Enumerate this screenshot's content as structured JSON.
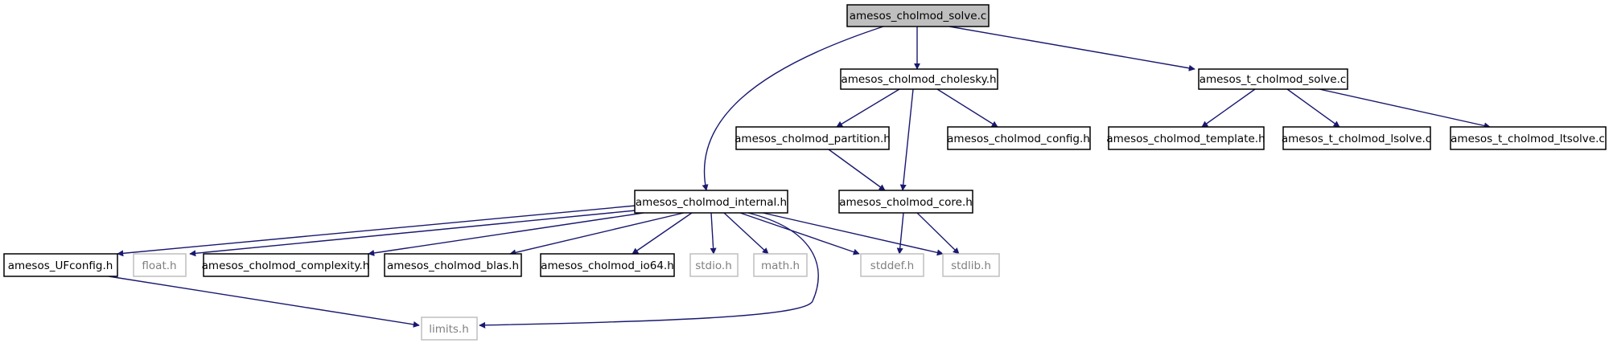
{
  "colors": {
    "edge": "#191970",
    "root_fill": "#bfbfbf",
    "node_border": "#000000",
    "system_border": "#bfbfbf",
    "system_text": "#7f7f7f",
    "text": "#000000"
  },
  "nodes": {
    "root": {
      "label": "amesos_cholmod_solve.c",
      "kind": "root"
    },
    "cholesky": {
      "label": "amesos_cholmod_cholesky.h",
      "kind": "header"
    },
    "t_solve": {
      "label": "amesos_t_cholmod_solve.c",
      "kind": "header"
    },
    "partition": {
      "label": "amesos_cholmod_partition.h",
      "kind": "header"
    },
    "config": {
      "label": "amesos_cholmod_config.h",
      "kind": "header"
    },
    "template": {
      "label": "amesos_cholmod_template.h",
      "kind": "header"
    },
    "t_lsolve": {
      "label": "amesos_t_cholmod_lsolve.c",
      "kind": "header"
    },
    "t_ltsolve": {
      "label": "amesos_t_cholmod_ltsolve.c",
      "kind": "header"
    },
    "internal": {
      "label": "amesos_cholmod_internal.h",
      "kind": "header"
    },
    "core": {
      "label": "amesos_cholmod_core.h",
      "kind": "header"
    },
    "ufconfig": {
      "label": "amesos_UFconfig.h",
      "kind": "header"
    },
    "float": {
      "label": "float.h",
      "kind": "system"
    },
    "complexity": {
      "label": "amesos_cholmod_complexity.h",
      "kind": "header"
    },
    "blas": {
      "label": "amesos_cholmod_blas.h",
      "kind": "header"
    },
    "io64": {
      "label": "amesos_cholmod_io64.h",
      "kind": "header"
    },
    "stdio": {
      "label": "stdio.h",
      "kind": "system"
    },
    "math": {
      "label": "math.h",
      "kind": "system"
    },
    "stddef": {
      "label": "stddef.h",
      "kind": "system"
    },
    "stdlib": {
      "label": "stdlib.h",
      "kind": "system"
    },
    "limits": {
      "label": "limits.h",
      "kind": "system"
    }
  },
  "edges": [
    [
      "root",
      "cholesky"
    ],
    [
      "root",
      "t_solve"
    ],
    [
      "root",
      "internal"
    ],
    [
      "cholesky",
      "partition"
    ],
    [
      "cholesky",
      "config"
    ],
    [
      "cholesky",
      "core"
    ],
    [
      "partition",
      "core"
    ],
    [
      "t_solve",
      "template"
    ],
    [
      "t_solve",
      "t_lsolve"
    ],
    [
      "t_solve",
      "t_ltsolve"
    ],
    [
      "internal",
      "ufconfig"
    ],
    [
      "internal",
      "float"
    ],
    [
      "internal",
      "complexity"
    ],
    [
      "internal",
      "blas"
    ],
    [
      "internal",
      "io64"
    ],
    [
      "internal",
      "stdio"
    ],
    [
      "internal",
      "math"
    ],
    [
      "internal",
      "stddef"
    ],
    [
      "internal",
      "stdlib"
    ],
    [
      "internal",
      "limits"
    ],
    [
      "core",
      "stddef"
    ],
    [
      "core",
      "stdlib"
    ],
    [
      "ufconfig",
      "limits"
    ]
  ]
}
